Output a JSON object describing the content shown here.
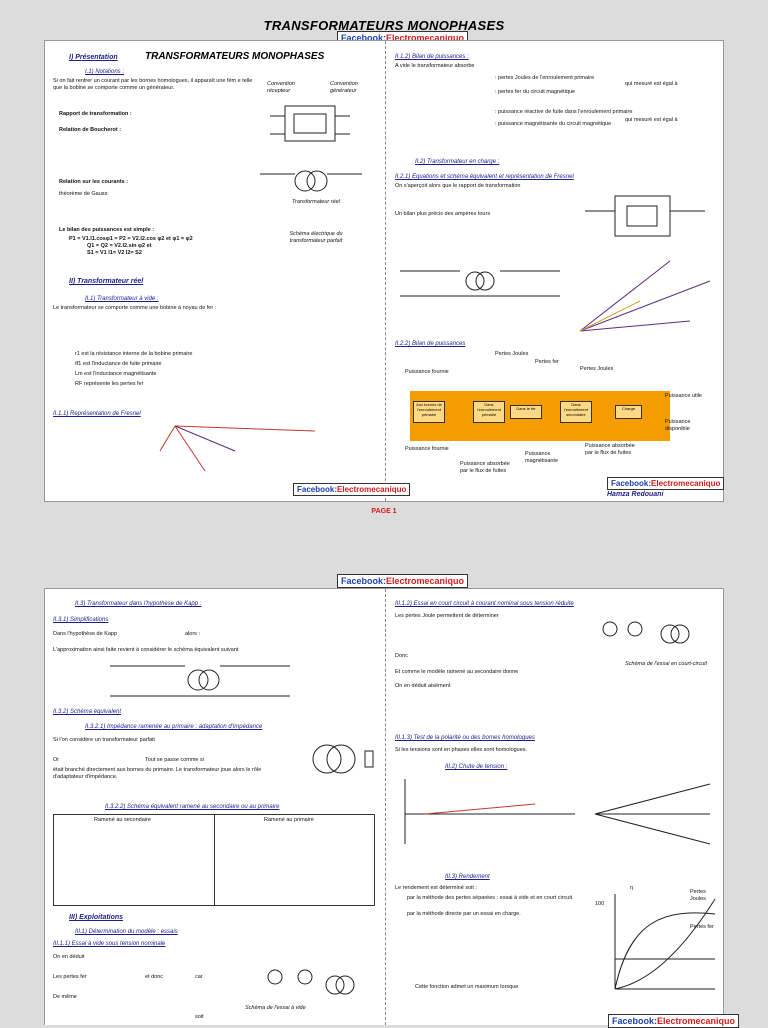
{
  "doc": {
    "title": "TRANSFORMATEURS MONOPHASES"
  },
  "badge": {
    "facebook": "Facebook:",
    "brand": "Electromecaniquo"
  },
  "page1": {
    "inner_title": "TRANSFORMATEURS MONOPHASES",
    "label": "PAGE 1",
    "author": "Hamza Redouani",
    "left": {
      "s1": "I) Présentation",
      "s1_1": "I.1) Notations :",
      "p1": "Si on fait rentrer un courant par les bornes homologues, il apparaît une fém e telle que la bobine se comporte comme un générateur.",
      "b1": "Rapport de transformation :",
      "b2": "Relation de Boucherot :",
      "b3": "Relation sur les courants :",
      "gauss": "théorème de Gauss:",
      "b4": "Le bilan des puissances est simple :",
      "bilan1": "P1 = V1.I1.cosφ1 = P2 = V2.I2.cos φ2 et φ1 = φ2",
      "bilan2": "Q1 = Q2 = V2.I2.sin φ2 et",
      "bilan3": "S1 = V1 I1= V2 I2= S2",
      "s2": "II) Transformateur réel",
      "s2_1": "II.1) Transformateur à vide :",
      "p2": "Le transformateur se comporte comme une bobine à noyau de fer :",
      "li1": "r1 est la résistance interne de la bobine primaire",
      "li2": "ℓf1 est l'inductance de fuite primaire",
      "li3": "Lm est l'inductance magnétisante",
      "li4": "RF représente les pertes fer",
      "s2_1_1": "II.1.1) Représentation de Fresnel",
      "conv1": "Convention récepteur",
      "conv2": "Convention générateur",
      "cap1": "Transformateur réel",
      "cap2": "Schéma électrique du transformateur parfait"
    },
    "right": {
      "s1_2": "II.1.2) Bilan de puissances :",
      "p1": "A vide le transformateur absorbe",
      "pj": ": pertes Joules de l'enroulement primaire",
      "pf": ": pertes fer du circuit magnétique",
      "qf": ": puissance réactive de fuite dans l'enroulement primaire",
      "qm": ": puissance magnétisante du circuit magnétique",
      "egal1": "qui mesuré est égal à",
      "egal2": "qui mesuré est égal à",
      "s2_2": "II.2) Transformateur en charge :",
      "s2_2_1": "II.2.1) Equations et schéma équivalent et représentation de Fresnel",
      "p2": "On s'aperçoit alors que le rapport de transformation",
      "p3": "Un bilan plus précis des ampères tours",
      "s2_2_2": "II.2.2) Bilan de puissances",
      "flow": [
        "Aux bornes de l'enroulement primaire",
        "Dans l'enroulement primaire",
        "Dans le fer",
        "Dans l'enroulement secondaire",
        "Charge"
      ],
      "flow_top": [
        "Puissance fournie",
        "Pertes Joules",
        "Pertes fer",
        "Pertes Joules",
        "Puissance utile"
      ],
      "flow_bot": [
        "Puissance fournie",
        "Puissance absorbée par le flux de fuites",
        "Puissance magnétisante",
        "Puissance absorbée par le flux de fuites",
        "Puissance disponible"
      ]
    }
  },
  "page2": {
    "left": {
      "s3": "II.3) Transformateur dans l'hypothèse de Kapp :",
      "s3_1": "II.3.1) Simplifications",
      "p1": "Dans l'hypothèse de Kapp",
      "alors": "alors :",
      "p2": "L'approximation ainsi faite revient à considérer le schéma équivalent suivant",
      "s3_2": "II.3.2) Schéma équivalent",
      "s3_2_1": "II.3.2.1) Impédance ramenée au primaire : adaptation d'impédance",
      "p3": "Si l'on considère un transformateur parfait",
      "p4": "Or",
      "p5": "Tout se passe comme si",
      "p6": "était branché directement aux bornes du primaire. Le transformateur joue alors le rôle d'adaptateur d'impédance.",
      "s3_2_2": "II.3.2.2) Schéma équivalent ramené au secondaire ou au primaire",
      "tab_h1": "Ramené au secondaire",
      "tab_h2": "Ramené au primaire",
      "s4": "III) Exploitations",
      "s4_1": "III.1) Détermination du modèle : essais",
      "s4_1_1": "III.1.1) Essai à vide sous tension nominale",
      "p7": "On en déduit",
      "p8": "Les pertes fer",
      "p9": "et donc",
      "p10": "De même",
      "car": "car",
      "soit": "soit",
      "cap": "Schéma de l'essai à vide"
    },
    "right": {
      "s1_2": "III.1.2) Essai en court circuit à courant nominal sous tension réduite",
      "p1": "Les pertes Joule permettent de déterminer",
      "donc": "Donc",
      "p2": "Et comme le modèle ramené au secondaire donne",
      "p3": "On en déduit aisément",
      "s1_3": "III.1.3) Test de la polarité ou des bornes homologues",
      "p4": "Si les tensions sont en phases elles sont homologues.",
      "s2": "III.2) Chute de tension :",
      "s3": "III.3) Rendement",
      "p5": "Le rendement est déterminé soit :",
      "li1": "par la méthode des pertes séparées : essai à vide et en court circuit.",
      "li2": "par la méthode directe par un essai en charge.",
      "p6": "Cette fonction admet un maximum lorsque",
      "cap": "Schéma de l'essai en court-circuit",
      "gl1": "Pertes Joules",
      "gl2": "Pertes fer",
      "eta": "η",
      "hundred": "100"
    }
  }
}
